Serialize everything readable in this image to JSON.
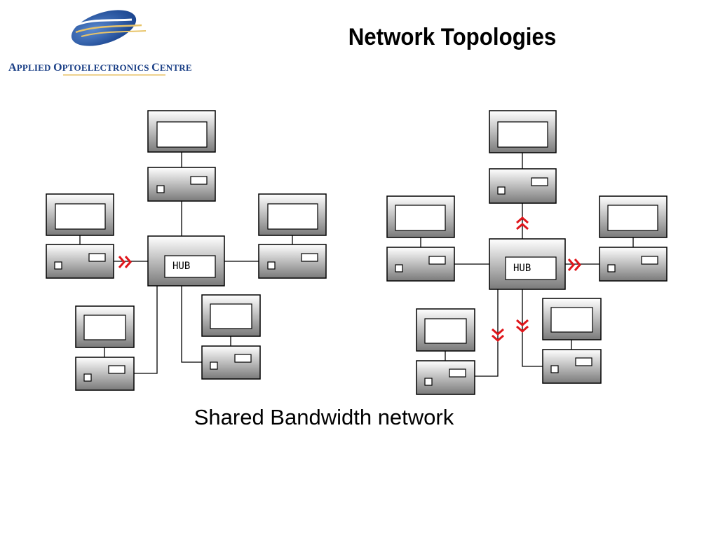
{
  "slide": {
    "title": "Network Topologies",
    "caption": "Shared Bandwidth network"
  },
  "logo": {
    "org_name": "Applied Optoelectronics Centre",
    "colors": {
      "swoosh_blue": "#1f4e96",
      "swoosh_gold": "#e8c469",
      "text": "#1a3f86"
    }
  },
  "diagram": {
    "hub_label": "HUB",
    "left_network": {
      "hub_label": "HUB",
      "station_count": 5,
      "active_arrow_directions": [
        "right"
      ]
    },
    "right_network": {
      "hub_label": "HUB",
      "station_count": 5,
      "active_arrow_directions": [
        "up",
        "right",
        "down",
        "down"
      ]
    },
    "colors": {
      "arrow": "#e0161b",
      "device_top": "#ffffff",
      "device_bottom": "#7a7a7a",
      "line": "#000000"
    }
  }
}
